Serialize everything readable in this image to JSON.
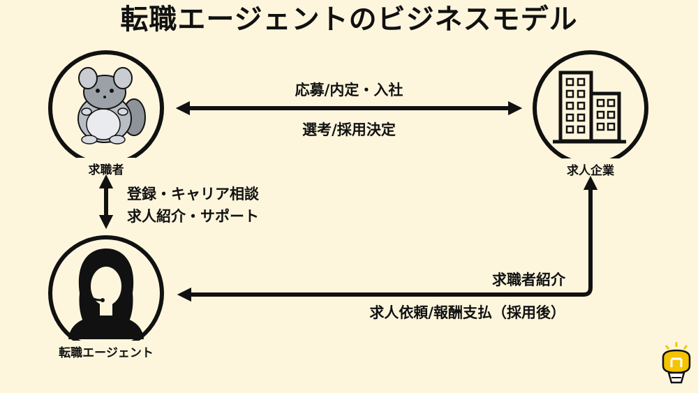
{
  "title": "転職エージェントのビジネスモデル",
  "nodes": {
    "job_seeker": {
      "label": "求職者",
      "icon": "chinchilla-illustration"
    },
    "company": {
      "label": "求人企業",
      "icon": "office-building-icon"
    },
    "agent": {
      "label": "転職エージェント",
      "icon": "agent-headset-silhouette"
    }
  },
  "edges": {
    "seeker_company": {
      "top": "応募/内定・入社",
      "bottom": "選考/採用決定"
    },
    "seeker_agent": {
      "line1": "登録・キャリア相談",
      "line2": "求人紹介・サポート"
    },
    "company_agent": {
      "top": "求職者紹介",
      "bottom": "求人依頼/報酬支払（採用後）"
    }
  },
  "colors": {
    "background": "#fdf6dd",
    "ink": "#111111",
    "logo_yellow": "#f5c400"
  }
}
